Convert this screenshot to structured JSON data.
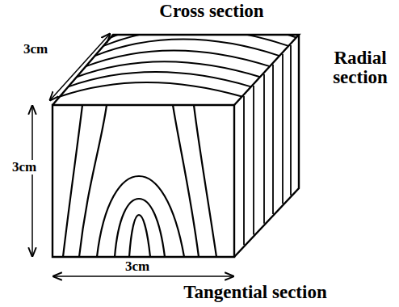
{
  "diagram": {
    "labels": [
      "Cross section",
      "Radial section",
      "3cm",
      "3cm",
      "3cm",
      "Tangential section"
    ]
  }
}
